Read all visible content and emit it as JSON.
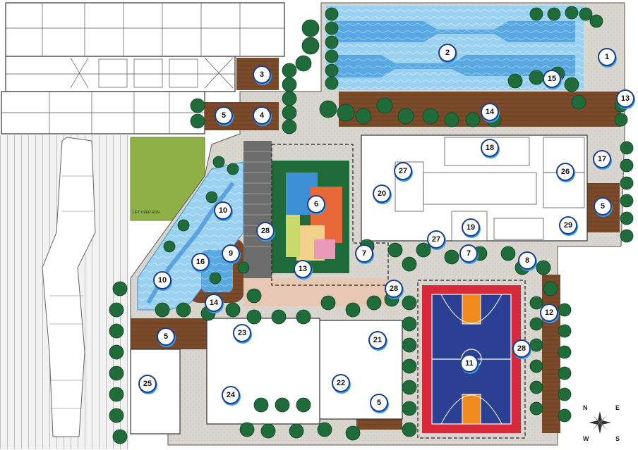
{
  "map": {
    "markers": [
      "1",
      "2",
      "3",
      "4",
      "5",
      "6",
      "7",
      "8",
      "9",
      "10",
      "11",
      "12",
      "13",
      "14",
      "15",
      "16",
      "17",
      "18",
      "19",
      "20",
      "21",
      "22",
      "23",
      "24",
      "25",
      "26",
      "27",
      "28",
      "29"
    ],
    "small_label": "LIFT OVER RUN"
  },
  "compass": {
    "n": "N",
    "e": "E",
    "s": "S",
    "w": "W"
  },
  "colors": {
    "pool": "#3d8fd6",
    "pool_light": "#8cc8ef",
    "deck": "#7a4a2a",
    "tree": "#1f6b3a",
    "tree_light": "#2f8a4a",
    "paving": "#d8d3cc",
    "court_blue": "#2b3f93",
    "court_red": "#d62a3a",
    "court_orange": "#f08a1c",
    "lawn": "#8eb046",
    "building_line": "#333333"
  },
  "icons": [
    "compass-icon"
  ]
}
